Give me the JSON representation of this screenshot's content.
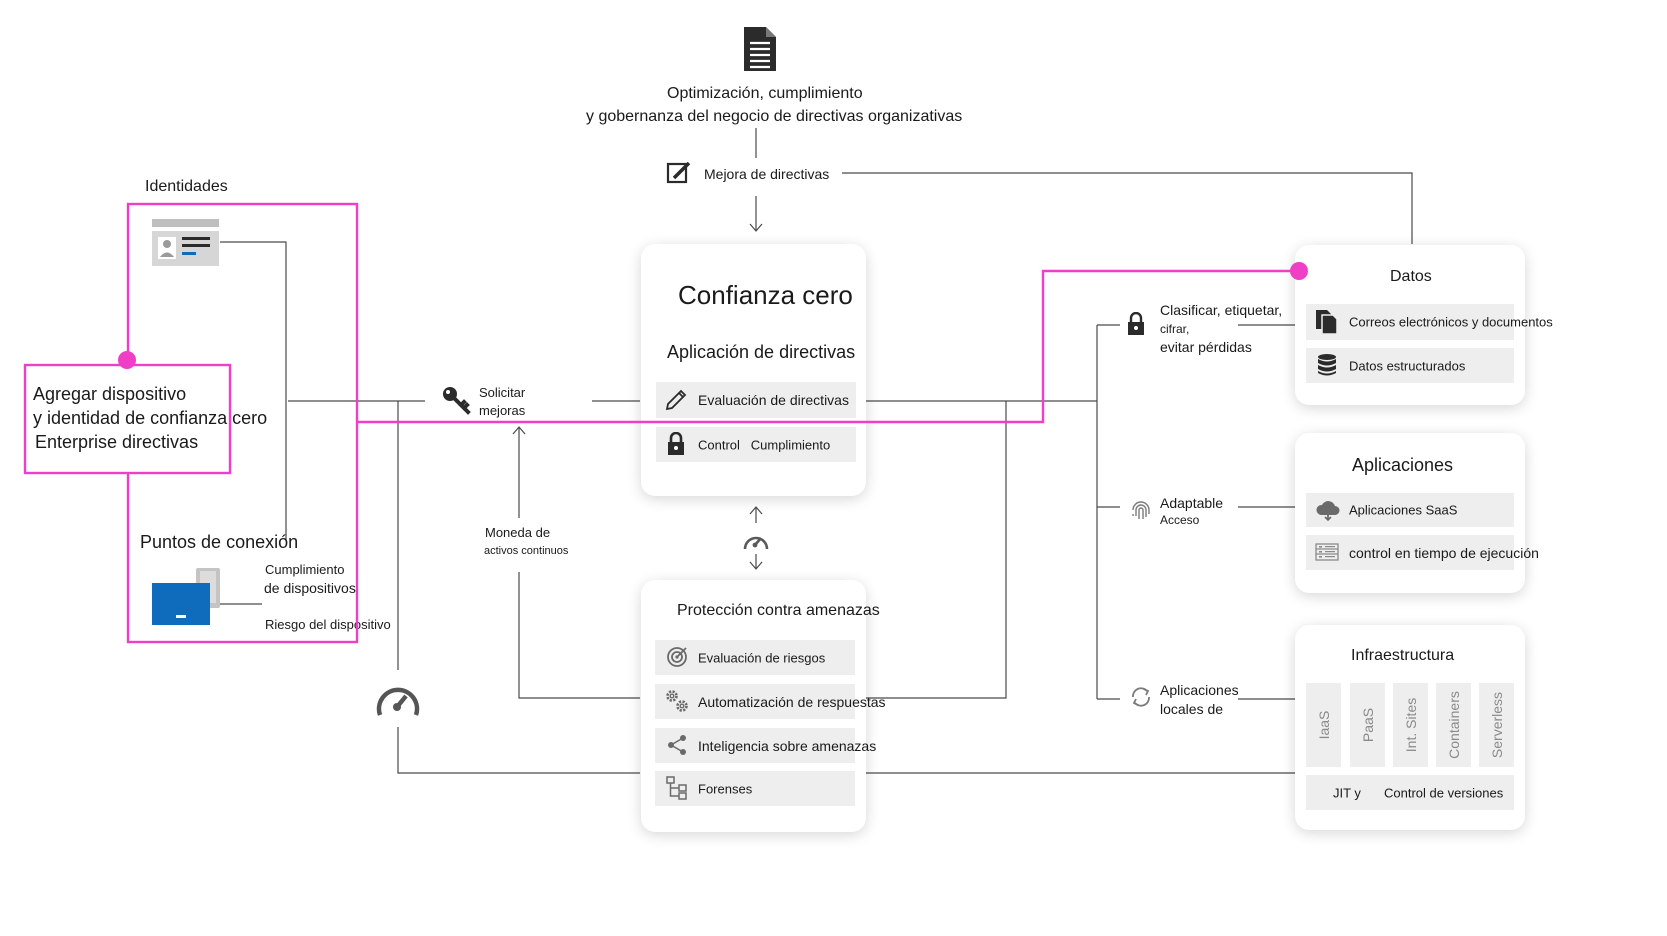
{
  "header": {
    "line1": "Optimización, cumplimiento",
    "line2": "y gobernanza del negocio de directivas organizativas",
    "policy_improvement": "Mejora de directivas"
  },
  "identities": {
    "title": "Identidades"
  },
  "callout": {
    "line1": "Agregar dispositivo",
    "line2": "y identidad de confianza cero",
    "line3": "Enterprise directivas"
  },
  "endpoints": {
    "title": "Puntos de conexión",
    "compliance_line1": "Cumplimiento",
    "compliance_line2": "de dispositivos",
    "risk": "Riesgo del dispositivo"
  },
  "request": {
    "line1": "Solicitar",
    "line2": "mejoras"
  },
  "continuous": {
    "line1": "Moneda de",
    "line2": "activos continuos"
  },
  "zero_trust": {
    "title": "Confianza cero",
    "subtitle": "Aplicación de directivas",
    "rows": [
      {
        "icon": "pencil-icon",
        "label": "Evaluación de directivas"
      },
      {
        "icon": "lock-icon",
        "label": "Control   Cumplimiento"
      }
    ]
  },
  "threat": {
    "title": "Protección contra amenazas",
    "rows": [
      {
        "icon": "target-icon",
        "label": "Evaluación de riesgos"
      },
      {
        "icon": "gears-icon",
        "label": "Automatización de respuestas"
      },
      {
        "icon": "share-icon",
        "label": "Inteligencia sobre amenazas"
      },
      {
        "icon": "hierarchy-icon",
        "label": "Forenses"
      }
    ]
  },
  "connectors": {
    "classify_line1": "Clasificar, etiquetar,",
    "classify_line2": "cifrar,",
    "classify_line3": "evitar pérdidas",
    "adaptive_line1": "Adaptable",
    "adaptive_line2": "Acceso",
    "onprem_line1": "Aplicaciones",
    "onprem_line2": "locales de"
  },
  "data_card": {
    "title": "Datos",
    "rows": [
      {
        "icon": "documents-icon",
        "label": "Correos electrónicos y documentos"
      },
      {
        "icon": "database-icon",
        "label": "Datos estructurados"
      }
    ]
  },
  "apps_card": {
    "title": "Aplicaciones",
    "rows": [
      {
        "icon": "cloud-icon",
        "label": "Aplicaciones SaaS"
      },
      {
        "icon": "server-icon",
        "label": "control en tiempo de ejecución"
      }
    ]
  },
  "infra_card": {
    "title": "Infraestructura",
    "columns": [
      "IaaS",
      "PaaS",
      "Int. Sites",
      "Containers",
      "Serverless"
    ],
    "footer_left": "JIT y",
    "footer_right": "Control de versiones"
  },
  "colors": {
    "accent_pink": "#ee3fc6",
    "line_gray": "#4a4a4a",
    "row_gray": "#eeeeee",
    "icon_blue": "#0f6cbd"
  }
}
